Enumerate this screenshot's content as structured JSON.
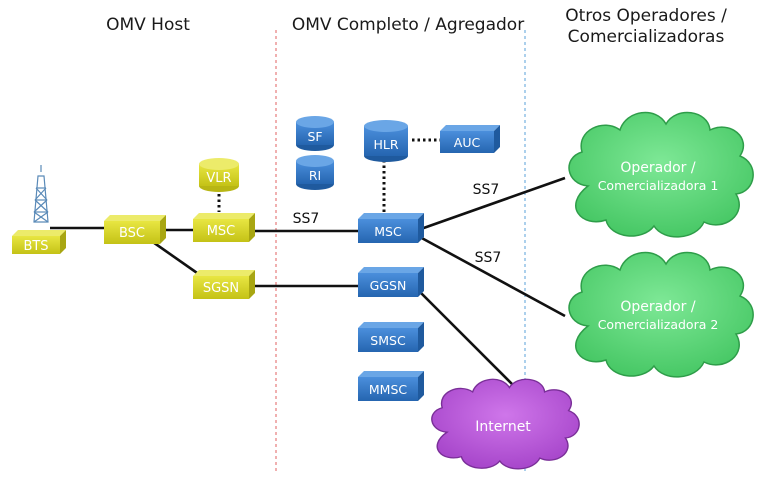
{
  "headers": {
    "host": "OMV Host",
    "complete": "OMV Completo / Agregador",
    "others_line1": "Otros Operadores /",
    "others_line2": "Comercializadoras"
  },
  "host_nodes": {
    "bts": "BTS",
    "bsc": "BSC",
    "vlr": "VLR",
    "msc": "MSC",
    "sgsn": "SGSN"
  },
  "core_nodes": {
    "sf": "SF",
    "ri": "RI",
    "hlr": "HLR",
    "auc": "AUC",
    "msc": "MSC",
    "ggsn": "GGSN",
    "smsc": "SMSC",
    "mmsc": "MMSC"
  },
  "links": {
    "ss7_host": "SS7",
    "ss7_op1": "SS7",
    "ss7_op2": "SS7"
  },
  "clouds": {
    "op1_line1": "Operador /",
    "op1_line2": "Comercializadora 1",
    "op2_line1": "Operador /",
    "op2_line2": "Comercializadora 2",
    "internet": "Internet"
  },
  "colors": {
    "host_node": "#d4d21c",
    "core_node": "#2f76c6",
    "operator_cloud": "#5fd97a",
    "internet_cloud": "#b94fd9",
    "separator_red": "#e06060",
    "separator_blue": "#5aa0d8"
  },
  "icons": {
    "antenna": "bts-tower-icon"
  }
}
